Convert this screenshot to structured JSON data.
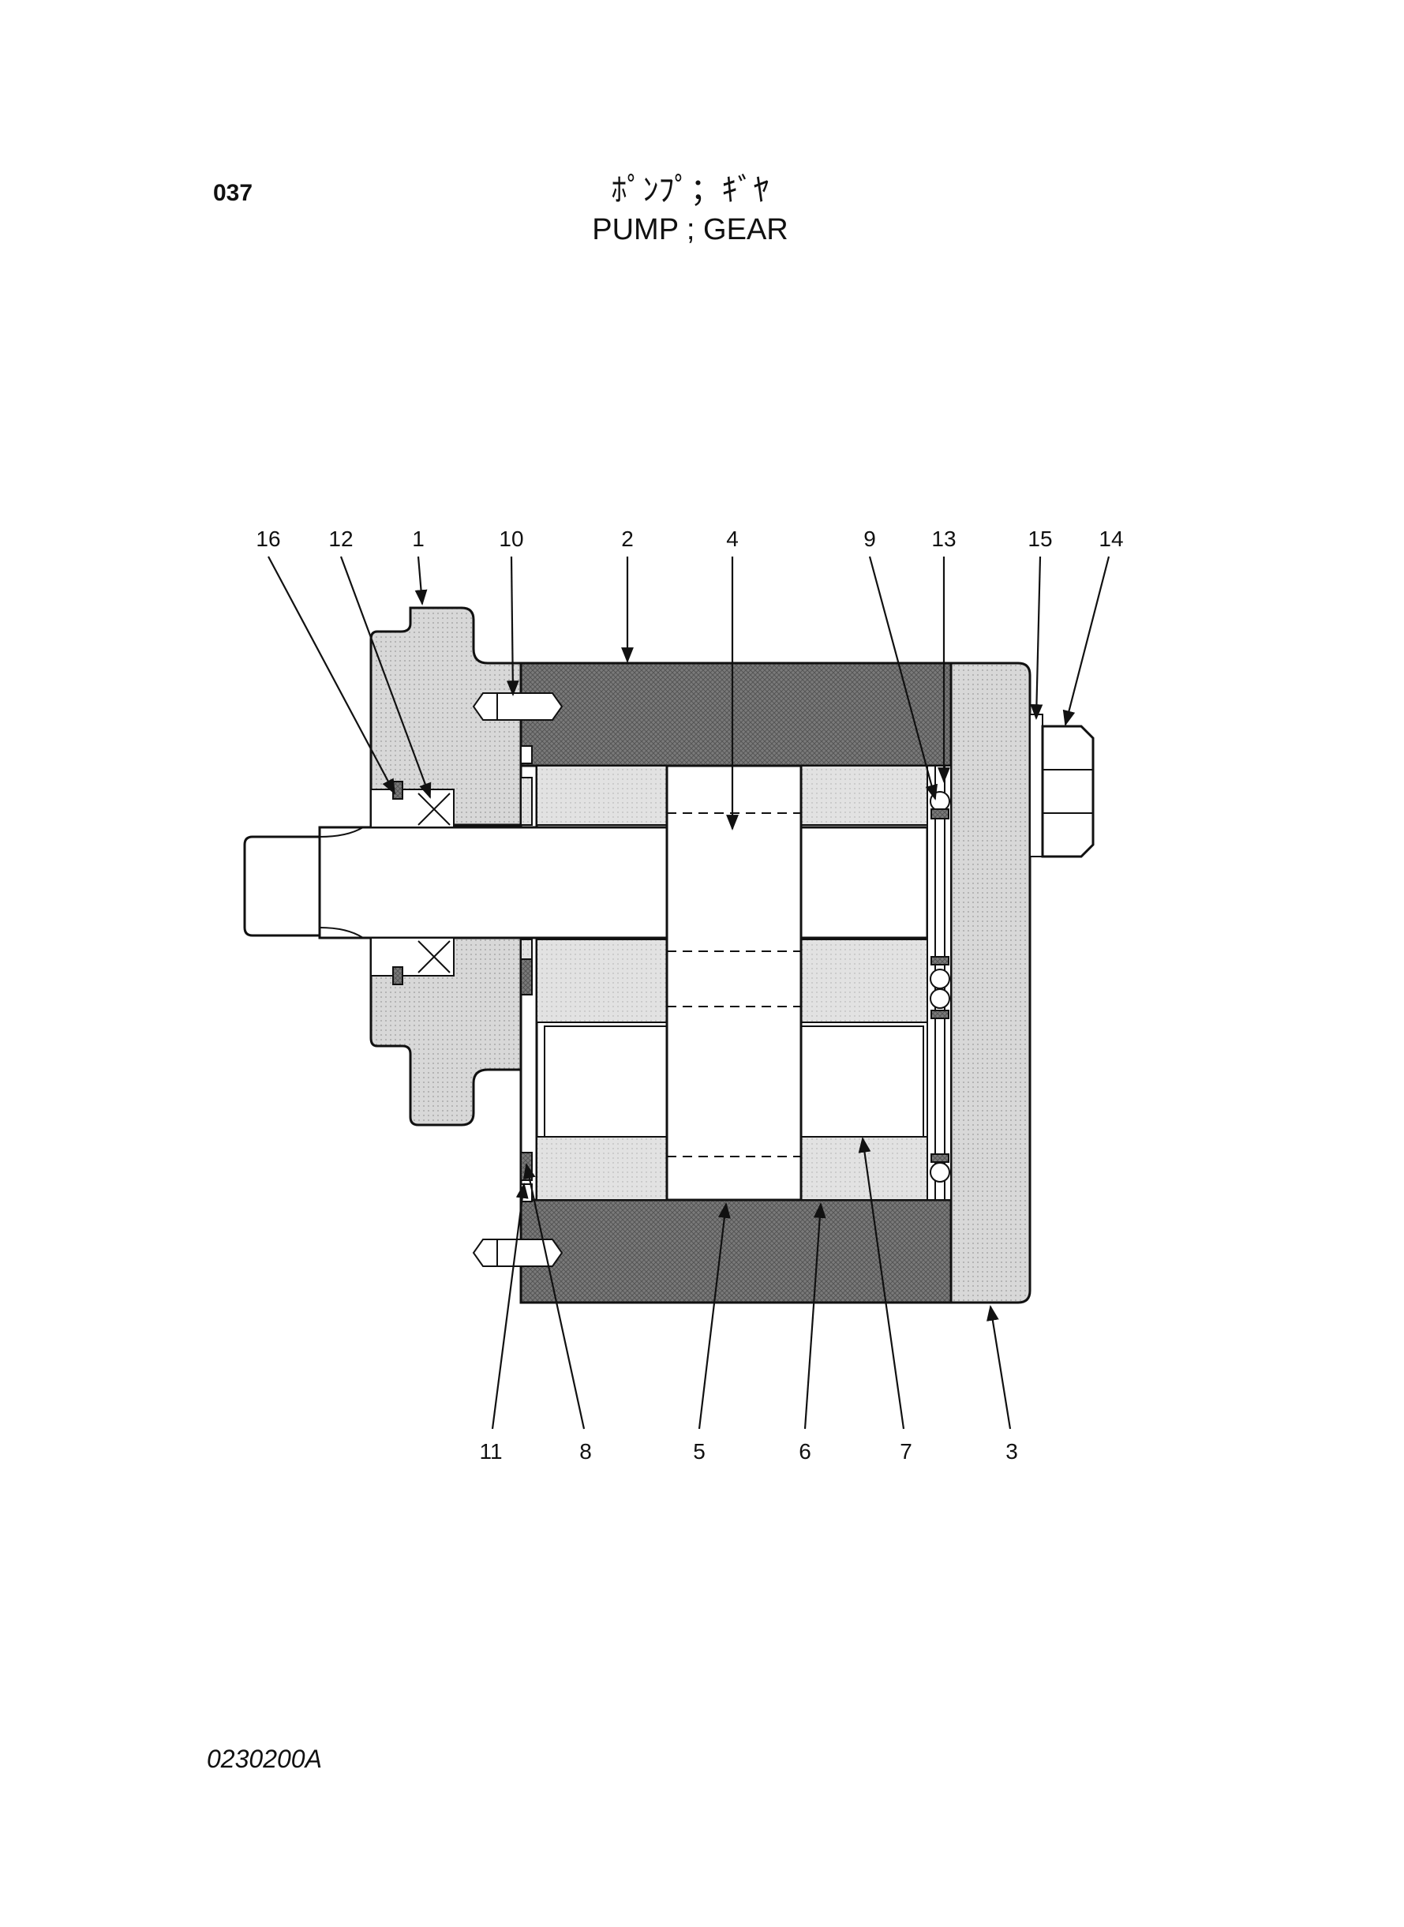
{
  "header": {
    "page_number": "037",
    "title_jp": "ﾎﾟﾝﾌﾟ；ｷﾞﾔ",
    "title_en": "PUMP ; GEAR"
  },
  "footer": {
    "drawing_code": "0230200A"
  },
  "callouts_top": [
    "16",
    "12",
    "1",
    "10",
    "2",
    "4",
    "9",
    "13",
    "15",
    "14"
  ],
  "callouts_bottom": [
    "11",
    "8",
    "5",
    "6",
    "7",
    "3"
  ],
  "colors": {
    "housing_fill": "#d4d4d4",
    "body_fill": "#8a8a8a",
    "gear_fill": "#dedede",
    "line": "#111111",
    "background": "#ffffff"
  }
}
